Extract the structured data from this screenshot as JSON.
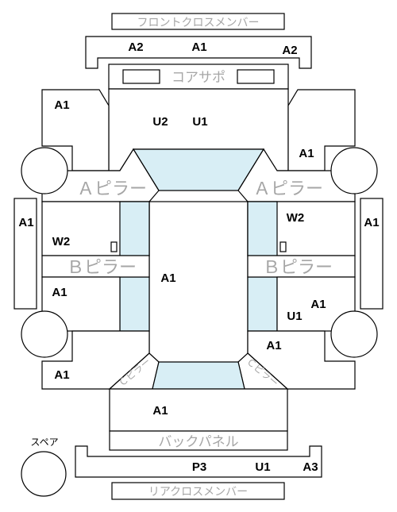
{
  "parts": {
    "front_cross_member": "フロントクロスメンバー",
    "core_support": "コアサポ",
    "a_pillar_left": "Ａピラー",
    "a_pillar_right": "Ａピラー",
    "b_pillar_left": "Ｂピラー",
    "b_pillar_right": "Ｂピラー",
    "back_panel": "バックパネル",
    "rear_cross_member": "リアクロスメンバー",
    "c_pillar_left": "Ｃピラー",
    "c_pillar_right": "Ｃピラー",
    "spare": "スペア"
  },
  "damage_codes": {
    "front_cross_member": [
      "A2",
      "A1",
      "A2"
    ],
    "core_support": [
      "U2",
      "U1"
    ],
    "front_left_fender": "A1",
    "front_right_fender": "A1",
    "left_side_sill": "A1",
    "right_side_sill": "A1",
    "front_left_door": "W2",
    "front_right_door": "W2",
    "roof": "A1",
    "rear_left_door": "A1",
    "rear_right_door": [
      "A1",
      "U1"
    ],
    "rear_left_quarter": "A1",
    "rear_right_quarter": "A1",
    "trunk": "A1",
    "rear_cross_member": [
      "P3",
      "U1",
      "A3"
    ]
  },
  "colors": {
    "glass": "#d8eef5",
    "line": "#000000",
    "label_grey": "#a6a6a6"
  }
}
